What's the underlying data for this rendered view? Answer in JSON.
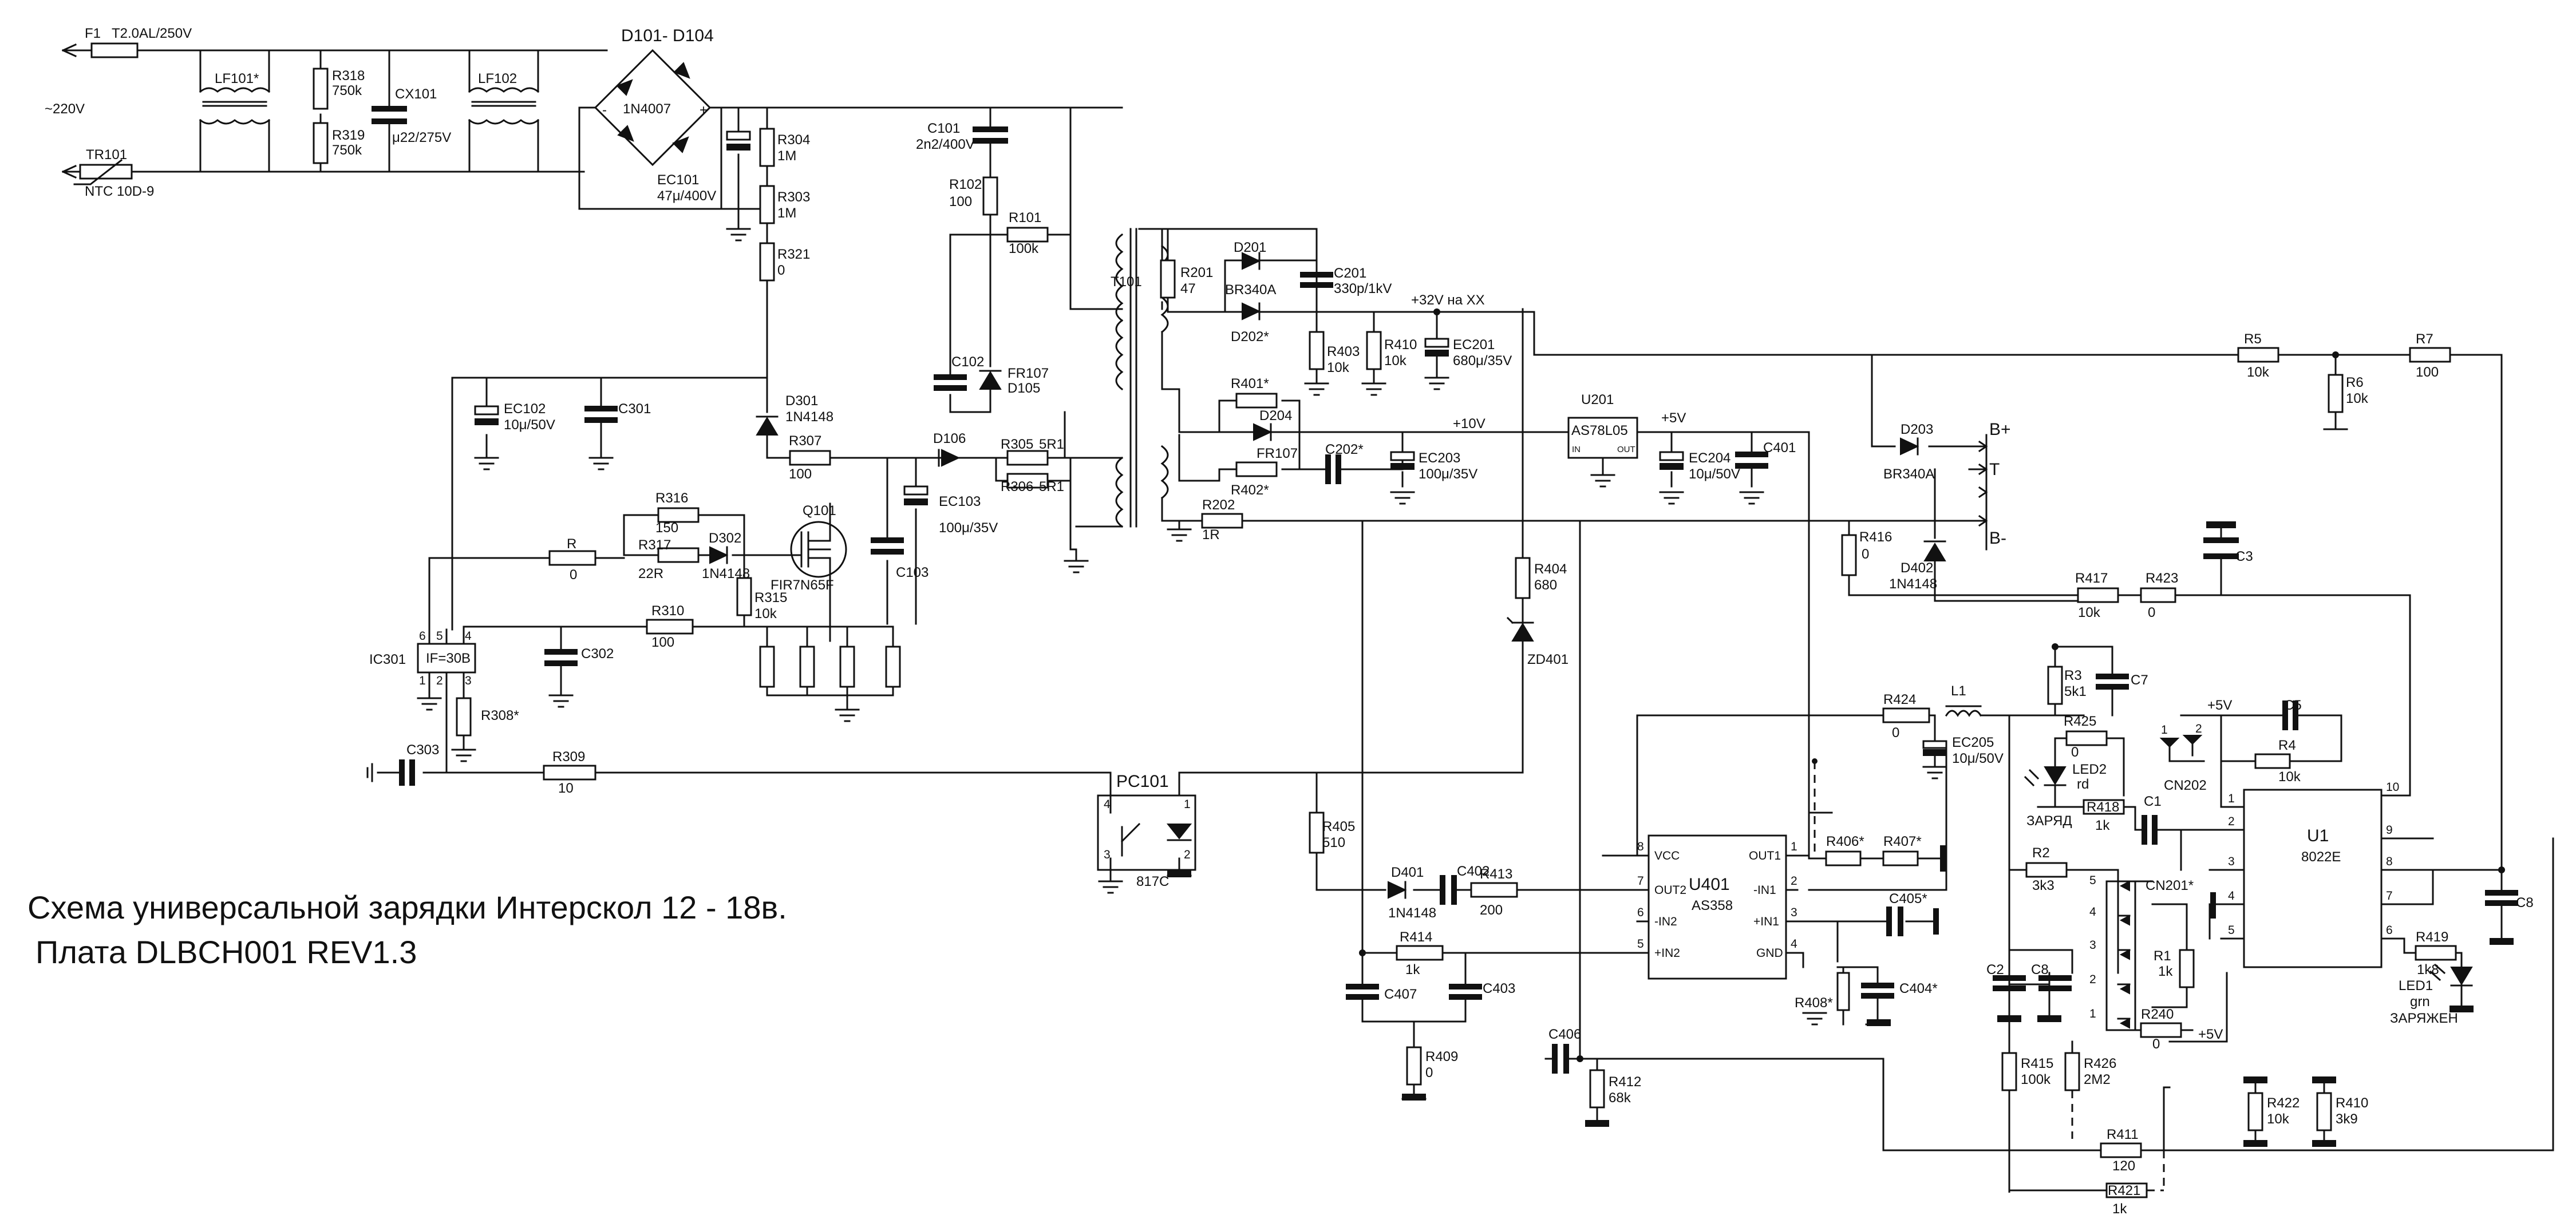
{
  "title": {
    "line1": "Схема универсальной зарядки Интерскол 12 - 18в.",
    "line2": "Плата DLBCH001 REV1.3"
  },
  "input": {
    "voltage": "~220V",
    "fuse_ref": "F1",
    "fuse_val": "T2.0AL/250V",
    "ntc_ref": "TR101",
    "ntc_val": "NTC 10D-9"
  },
  "emi": {
    "lf101": "LF101*",
    "lf102": "LF102",
    "r318": "R318",
    "r318v": "750k",
    "r319": "R319",
    "r319v": "750k",
    "cx101": "CX101",
    "cx101v": "μ22/275V"
  },
  "bridge": {
    "ref": "D101- D104",
    "val": "1N4007",
    "plus": "+",
    "minus": "-",
    "ec101": "EC101",
    "ec101v": "47μ/400V"
  },
  "primary": {
    "r304": "R304",
    "r304v": "1M",
    "r303": "R303",
    "r303v": "1M",
    "r321": "R321",
    "r321v": "0",
    "c101": "C101",
    "c101v": "2n2/400V",
    "r102": "R102",
    "r102v": "100",
    "r101": "R101",
    "r101v": "100k",
    "c102": "C102",
    "fr107": "FR107",
    "d105": "D105",
    "t101": "T101",
    "ec102": "EC102",
    "ec102v": "10μ/50V",
    "c301": "C301",
    "d301": "D301",
    "d301v": "1N4148",
    "r307": "R307",
    "r307v": "100",
    "d106": "D106",
    "r305": "R305",
    "r305v": "5R1",
    "r306": "R306",
    "r306v": "5R1",
    "ec103": "EC103",
    "ec103v": "100μ/35V",
    "c103": "C103",
    "r316": "R316",
    "r316v": "150",
    "r317": "R317",
    "r317v": "22R",
    "d302": "D302",
    "d302v": "1N4148",
    "r": "R",
    "rv": "0",
    "q101": "Q101",
    "q101v": "FIR7N65F",
    "r315": "R315",
    "r315v": "10k",
    "r310": "R310",
    "r310v": "100",
    "c302": "C302",
    "ic301": "IC301",
    "ic301v": "IF=30B",
    "r308": "R308*",
    "c303": "C303",
    "r309": "R309",
    "r309v": "10",
    "pc101": "PC101",
    "pc101v": "817C",
    "pins": [
      "6",
      "5",
      "4",
      "1",
      "2",
      "3"
    ]
  },
  "secondary": {
    "d201": "D201",
    "d201v": "BR340A",
    "d202": "D202*",
    "r201": "R201",
    "r201v": "47",
    "c201": "C201",
    "c201v": "330p/1kV",
    "r403": "R403",
    "r403v": "10k",
    "r410a": "R410",
    "r410av": "10k",
    "ec201": "EC201",
    "ec201v": "680μ/35V",
    "v32": "+32V на ХХ",
    "r401": "R401*",
    "d204": "D204",
    "d204v": "FR107",
    "r402": "R402*",
    "c202": "C202*",
    "v10": "+10V",
    "ec203": "EC203",
    "ec203v": "100μ/35V",
    "r202": "R202",
    "r202v": "1R",
    "u201": "U201",
    "u201v": "AS78L05",
    "u201in": "IN",
    "u201out": "OUT",
    "v5": "+5V",
    "ec204": "EC204",
    "ec204v": "10μ/50V",
    "c401": "C401",
    "r404": "R404",
    "r404v": "680",
    "zd401": "ZD401",
    "d203": "D203",
    "d203v": "BR340A",
    "bplus": "B+",
    "bt": "T",
    "bminus": "B-",
    "r416": "R416",
    "r416v": "0",
    "d402": "D402",
    "d402v": "1N4148",
    "r5": "R5",
    "r5v": "10k",
    "r6": "R6",
    "r6v": "10k",
    "r7": "R7",
    "r7v": "100",
    "c3": "C3",
    "r417": "R417",
    "r417v": "10k",
    "r423": "R423",
    "r423v": "0"
  },
  "control": {
    "r405": "R405",
    "r405v": "510",
    "d401": "D401",
    "d401v": "1N4148",
    "c402": "C402",
    "r413": "R413",
    "r413v": "200",
    "r414": "R414",
    "r414v": "1k",
    "c407": "C407",
    "c403": "C403",
    "r409": "R409",
    "r409v": "0",
    "c406": "C406",
    "r412": "R412",
    "r412v": "68k",
    "u401": "U401",
    "u401v": "AS358",
    "u401_left": [
      "VCC",
      "OUT2",
      "-IN2",
      "+IN2"
    ],
    "u401_left_pins": [
      "8",
      "7",
      "6",
      "5"
    ],
    "u401_right": [
      "OUT1",
      "-IN1",
      "+IN1",
      "GND"
    ],
    "u401_right_pins": [
      "1",
      "2",
      "3",
      "4"
    ],
    "r406": "R406*",
    "r407": "R407*",
    "c405": "C405*",
    "r408": "R408*",
    "c404": "C404*",
    "r424": "R424",
    "r424v": "0",
    "l1": "L1",
    "ec205": "EC205",
    "ec205v": "10μ/50V",
    "r3": "R3",
    "r3v": "5k1",
    "c7": "C7",
    "r425": "R425",
    "r425v": "0",
    "led2": "LED2",
    "led2v": "rd",
    "zaryad": "ЗАРЯД",
    "r418": "R418",
    "r418v": "1k",
    "c1": "C1",
    "v5b": "+5V",
    "c5": "C5",
    "r4": "R4",
    "r4v": "10k",
    "cn202": "CN202",
    "u1": "U1",
    "u1v": "8022E",
    "u1_left_pins": [
      "1",
      "2",
      "3",
      "4",
      "5"
    ],
    "u1_right_pins": [
      "10",
      "9",
      "8",
      "7",
      "6"
    ],
    "r2": "R2",
    "r2v": "3k3",
    "cn201": "CN201*",
    "cn201_pins": [
      "5",
      "4",
      "3",
      "2",
      "1"
    ],
    "c2": "C2",
    "c8a": "C8",
    "r1": "R1",
    "r1v": "1k",
    "r240": "R240",
    "r240v": "0",
    "v5c": "+5V",
    "c8": "C8",
    "r419": "R419",
    "r419v": "1k8",
    "led1": "LED1",
    "led1v": "grn",
    "zaryazhen": "ЗАРЯЖЕН",
    "r415": "R415",
    "r415v": "100k",
    "r426": "R426",
    "r426v": "2M2",
    "r411": "R411",
    "r411v": "120",
    "r421": "R421",
    "r421v": "1k",
    "r422": "R422",
    "r422v": "10k",
    "r410": "R410",
    "r410v": "3k9",
    "cn202_pins": [
      "1",
      "2"
    ]
  }
}
